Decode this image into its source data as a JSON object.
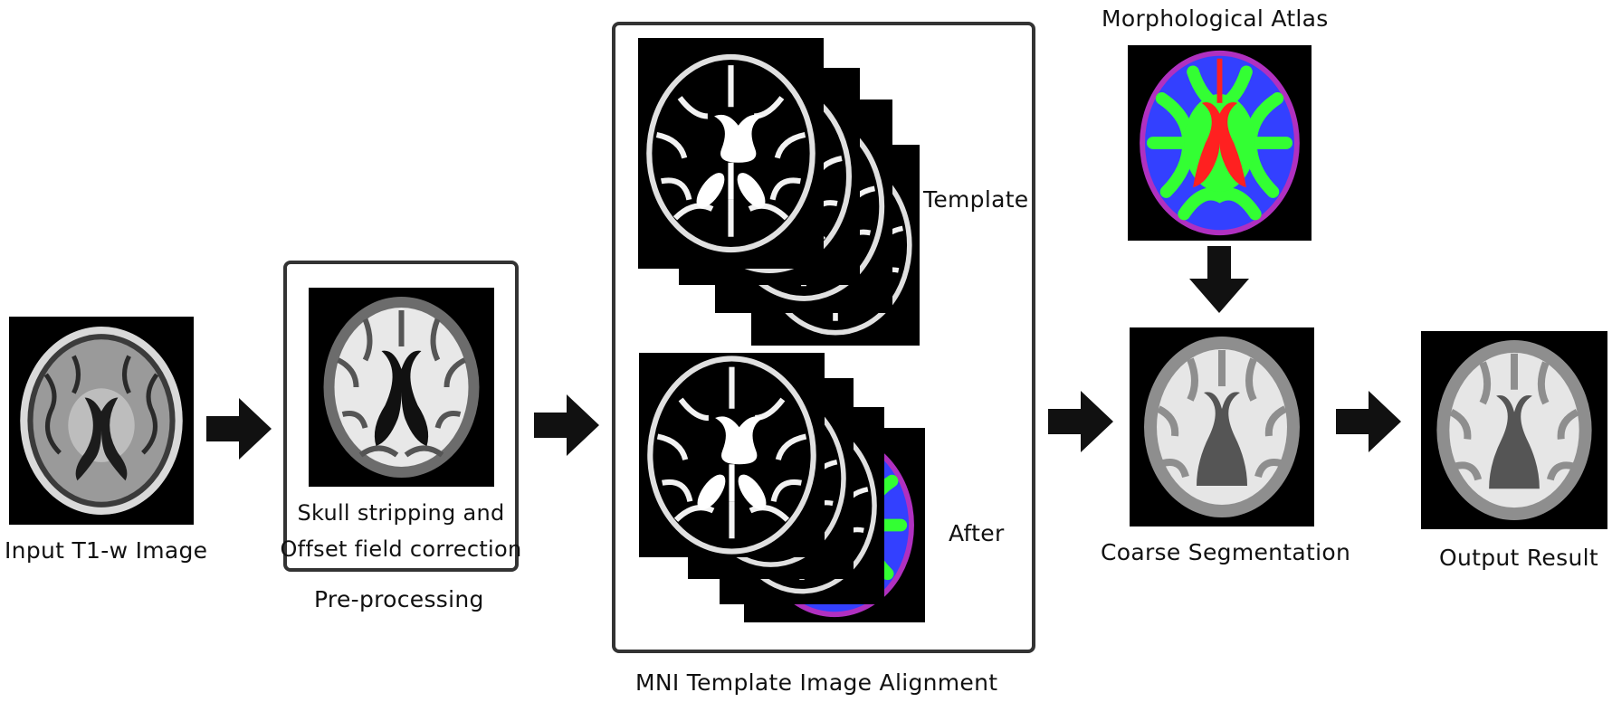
{
  "labels": {
    "input": "Input T1-w Image",
    "preprocess_inner_line1": "Skull stripping and",
    "preprocess_inner_line2": "Offset field correction",
    "preprocess_caption": "Pre-processing",
    "template": "Template",
    "after": "After",
    "alignment_caption": "MNI Template Image Alignment",
    "atlas": "Morphological Atlas",
    "coarse": "Coarse Segmentation",
    "output": "Output Result"
  },
  "colors": {
    "frame": "#333333",
    "arrow": "#111111",
    "atlas_white_matter": "#33ff33",
    "atlas_gray_matter": "#3340ff",
    "atlas_ventricles": "#ff2020"
  }
}
